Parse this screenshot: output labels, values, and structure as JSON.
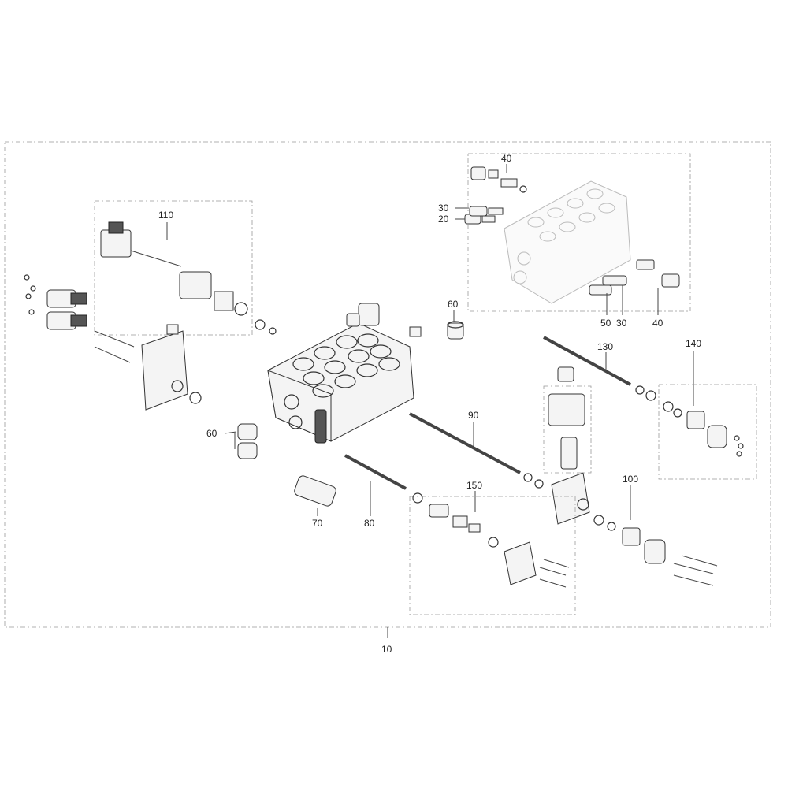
{
  "callouts": {
    "c10": "10",
    "c20": "20",
    "c30a": "30",
    "c30b": "30",
    "c40a": "40",
    "c40b": "40",
    "c50": "50",
    "c60a": "60",
    "c60b": "60",
    "c70": "70",
    "c80": "80",
    "c90": "90",
    "c100": "100",
    "c110": "110",
    "c130": "130",
    "c140": "140",
    "c150": "150"
  }
}
